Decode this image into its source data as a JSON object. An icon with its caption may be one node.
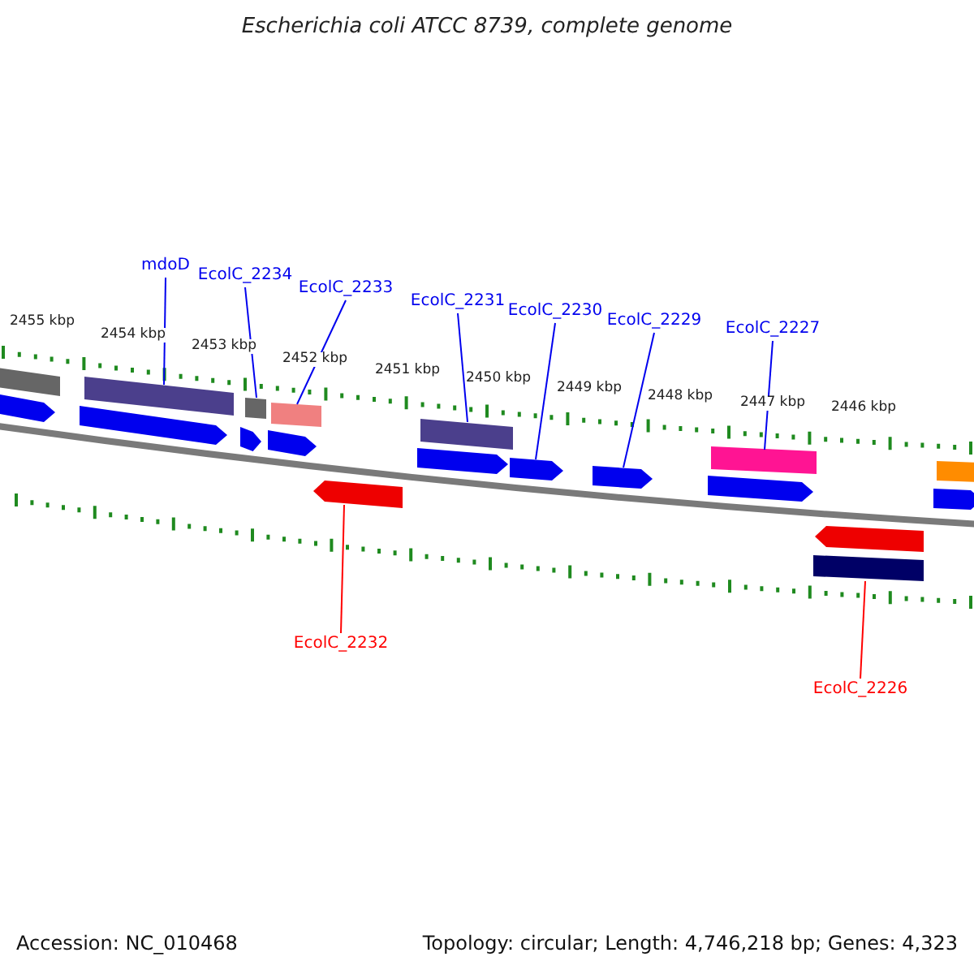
{
  "diagram": {
    "title": "Escherichia coli ATCC 8739, complete genome",
    "nodes": [
      {
        "text": [
          "mdoD"
        ]
      },
      {
        "text": [
          "EcolC_2234"
        ]
      },
      {
        "text": [
          "EcolC_2233"
        ]
      },
      {
        "text": [
          "EcolC_2231"
        ]
      },
      {
        "text": [
          "EcolC_2230"
        ]
      },
      {
        "text": [
          "EcolC_2229"
        ]
      },
      {
        "text": [
          "EcolC_2227"
        ]
      },
      {
        "text": [
          "EcolC_2232"
        ]
      },
      {
        "text": [
          "EcolC_2226"
        ]
      },
      {
        "text": [],
        "shape": "bar"
      },
      {
        "text": [],
        "shape": "bar"
      },
      {
        "text": [],
        "shape": "bar"
      },
      {
        "text": [],
        "shape": "bar"
      },
      {
        "text": [],
        "shape": "bar"
      },
      {
        "text": [],
        "shape": "bar"
      },
      {
        "text": [],
        "shape": "bar"
      },
      {
        "text": [],
        "shape": "arrow"
      },
      {
        "text": [],
        "shape": "arrow"
      },
      {
        "text": [],
        "shape": "arrow"
      },
      {
        "text": [],
        "shape": "arrow"
      },
      {
        "text": [],
        "shape": "arrow"
      },
      {
        "text": [],
        "shape": "arrow"
      },
      {
        "text": [],
        "shape": "arrow"
      },
      {
        "text": [],
        "shape": "arrow"
      },
      {
        "text": [],
        "shape": "arrow"
      },
      {
        "text": [],
        "shape": "arrow"
      },
      {
        "text": [],
        "shape": "arrow"
      },
      {
        "text": [],
        "shape": "bar"
      }
    ],
    "edges": [
      {
        "from": 0,
        "to": 10,
        "arrow": "none"
      },
      {
        "from": 1,
        "to": 11,
        "arrow": "none"
      },
      {
        "from": 2,
        "to": 12,
        "arrow": "none"
      },
      {
        "from": 3,
        "to": 13,
        "arrow": "none"
      },
      {
        "from": 4,
        "to": 21,
        "arrow": "none"
      },
      {
        "from": 5,
        "to": 22,
        "arrow": "none"
      },
      {
        "from": 6,
        "to": 14,
        "arrow": "none"
      },
      {
        "from": 7,
        "to": 25,
        "arrow": "none",
        "color": "#ff0000"
      },
      {
        "from": 8,
        "to": 27,
        "arrow": "none",
        "color": "#ff0000"
      }
    ],
    "labels": [
      "2455 kbp",
      "2454 kbp",
      "2453 kbp",
      "2452 kbp",
      "2451 kbp",
      "2450 kbp",
      "2449 kbp",
      "2448 kbp",
      "2447 kbp",
      "2446 kbp",
      "Accession: NC_010468",
      "Topology: circular; Length: 4,746,218 bp; Genes: 4,323"
    ]
  }
}
